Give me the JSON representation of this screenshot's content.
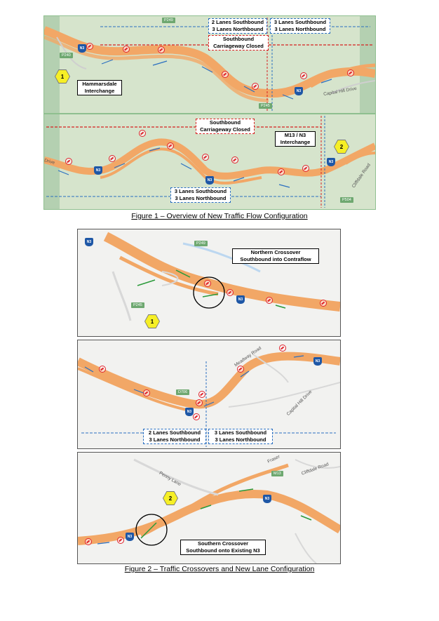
{
  "figure1": {
    "top": {
      "lanes_south_left": "2 Lanes Southbound",
      "lanes_north_left": "3 Lanes Northbound",
      "lanes_south_right": "3 Lanes Southbound",
      "lanes_north_right": "3 Lanes Northbound",
      "carriageway_closed_1": "Southbound",
      "carriageway_closed_2": "Carriageway Closed",
      "interchange_1": "Hammarsdale",
      "interchange_2": "Interchange",
      "marker": "1",
      "road_capital_hill": "Capital Hill Drive",
      "plate_p249": "P249",
      "plate_p240": "P240",
      "plate_p245": "P245",
      "shield_n3": "N3"
    },
    "bottom": {
      "carriageway_closed_1": "Southbound",
      "carriageway_closed_2": "Carriageway Closed",
      "interchange_1": "M13 / N3",
      "interchange_2": "Interchange",
      "marker": "2",
      "lanes_south": "3 Lanes Southbound",
      "lanes_north": "3 Lanes Northbound",
      "road_cliffdale": "Cliffdale Road",
      "road_drive": "Drive",
      "plate_p504": "P504",
      "shield_n3": "N3"
    },
    "caption": "Figure 1 – Overview of New Traffic Flow Configuration"
  },
  "figure2": {
    "a": {
      "crossover_1": "Northern Crossover",
      "crossover_2": "Southbound into Contraflow",
      "marker": "1",
      "plate_p249": "P249",
      "plate_p245": "P245",
      "shield_n3": "N3"
    },
    "b": {
      "lanes_south_left": "2 Lanes Southbound",
      "lanes_north_left": "3 Lanes Northbound",
      "lanes_south_right": "3 Lanes Southbound",
      "lanes_north_right": "3 Lanes Northbound",
      "road_meadway": "Meadway Road",
      "road_capital_hill": "Capital Hill Drive",
      "plate_d706": "D706",
      "shield_n3": "N3"
    },
    "c": {
      "crossover_1": "Southern Crossover",
      "crossover_2": "Southbound onto Existing N3",
      "marker": "2",
      "road_penny": "Penny Lane",
      "road_fraser": "Fraser",
      "road_cliffdale": "Cliffdale Road",
      "plate_m13": "M13",
      "shield_n3": "N3"
    },
    "caption": "Figure 2 – Traffic Crossovers and New Lane Configuration"
  },
  "colors": {
    "road": "#f2a766",
    "terrain": "#cfe0c4",
    "red": "#d62020",
    "blue": "#2a6fc0",
    "green": "#2a9a3a",
    "marker": "#f6ef26"
  }
}
